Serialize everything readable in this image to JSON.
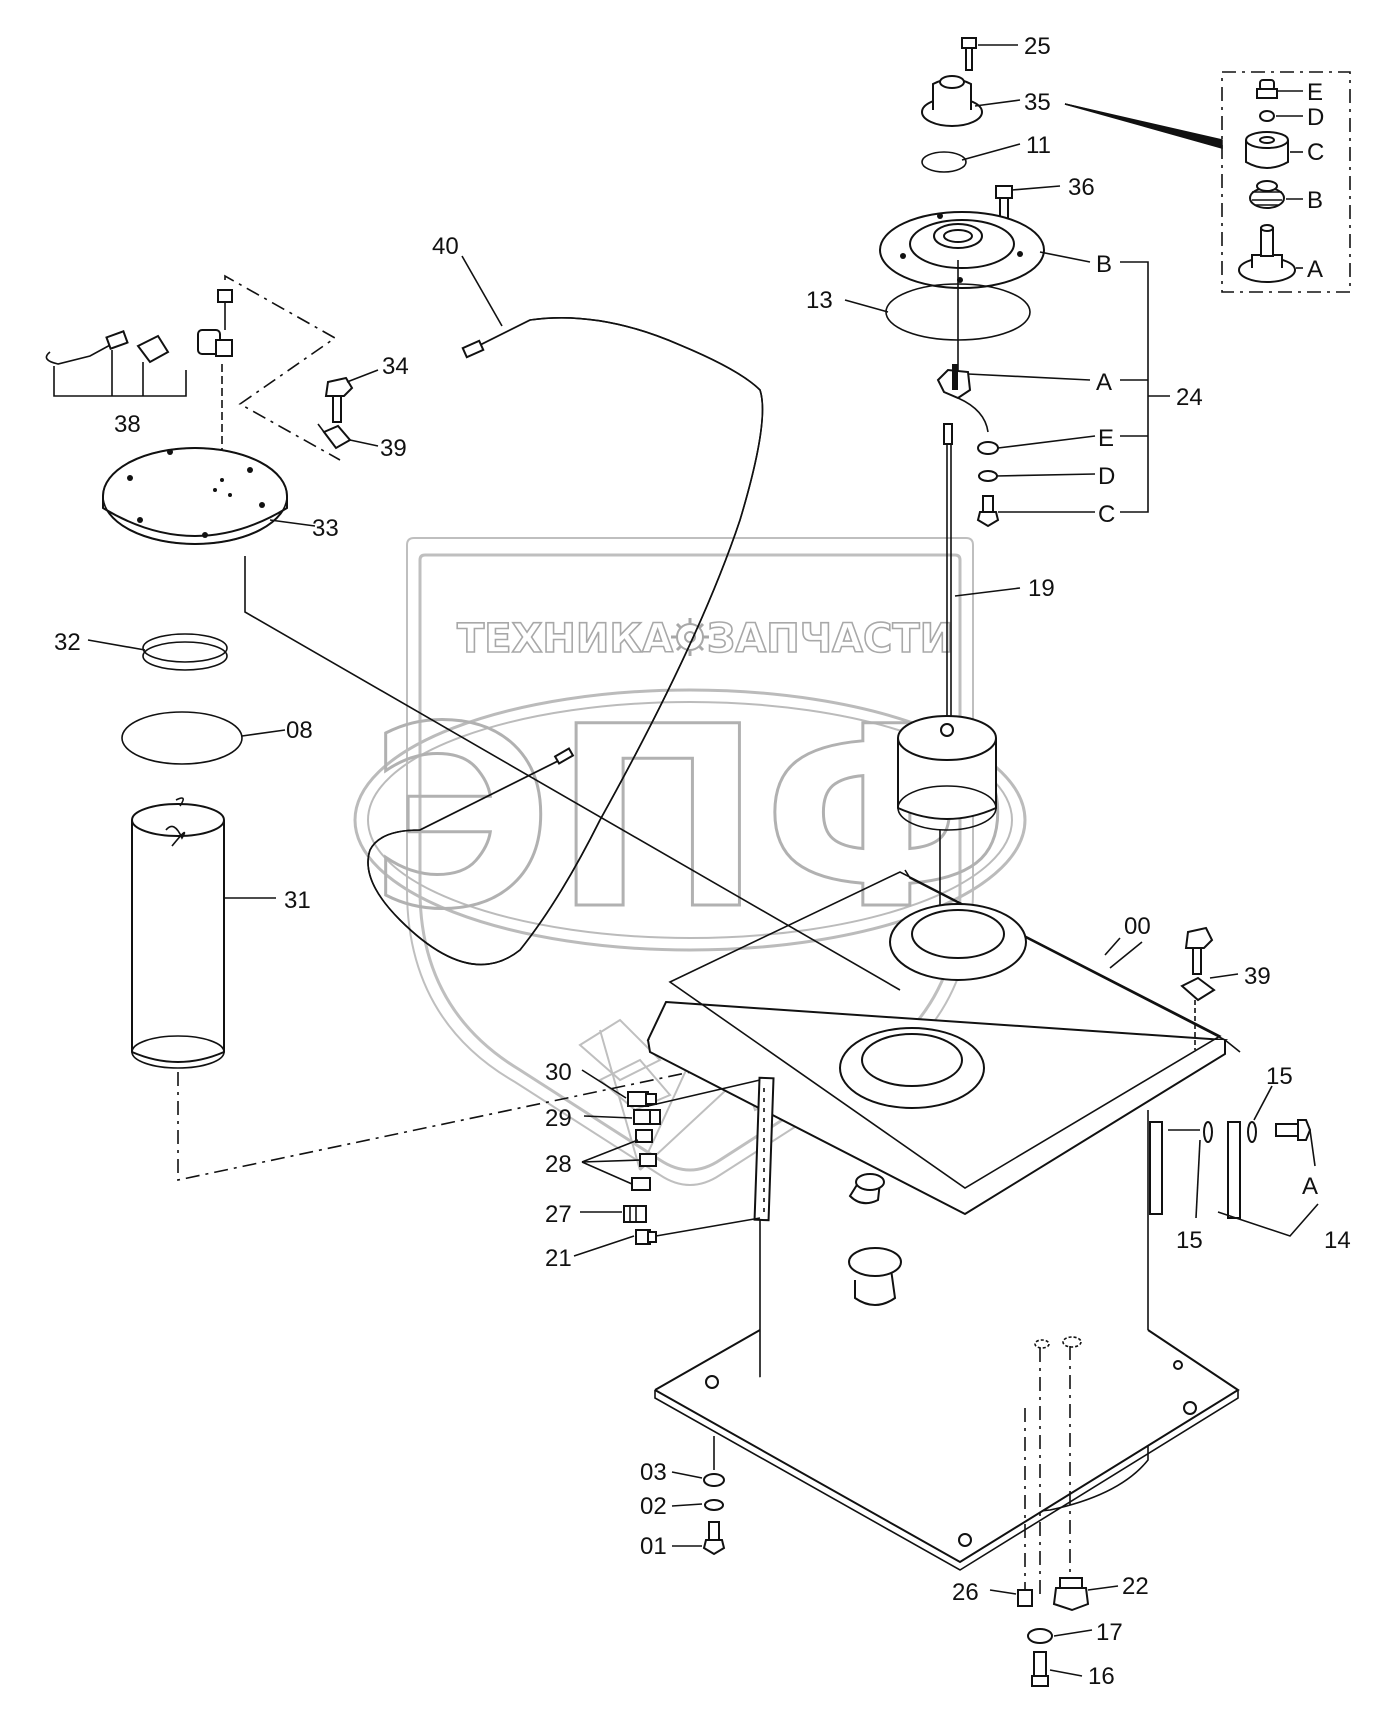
{
  "watermark": {
    "left_word": "ТЕХНИКА",
    "right_word": "ЗАПЧАСТИ",
    "logo": "ЭПФ"
  },
  "part_labels": {
    "p25": "25",
    "p35": "35",
    "p11": "11",
    "p36": "36",
    "p40": "40",
    "p13": "13",
    "pB": "B",
    "p34": "34",
    "pA": "A",
    "p24": "24",
    "p38": "38",
    "p39a": "39",
    "pE": "E",
    "pD": "D",
    "pC": "C",
    "p33": "33",
    "p19": "19",
    "p32": "32",
    "p08": "08",
    "p31": "31",
    "p00": "00",
    "p39b": "39",
    "p30": "30",
    "p15a": "15",
    "p29": "29",
    "p28": "28",
    "pA2": "A",
    "p27": "27",
    "p15b": "15",
    "p14": "14",
    "p21": "21",
    "p03": "03",
    "p02": "02",
    "p01": "01",
    "p26": "26",
    "p22": "22",
    "p17": "17",
    "p16": "16"
  },
  "detail_box": {
    "E": "E",
    "D": "D",
    "C": "C",
    "B": "B",
    "A": "A"
  }
}
